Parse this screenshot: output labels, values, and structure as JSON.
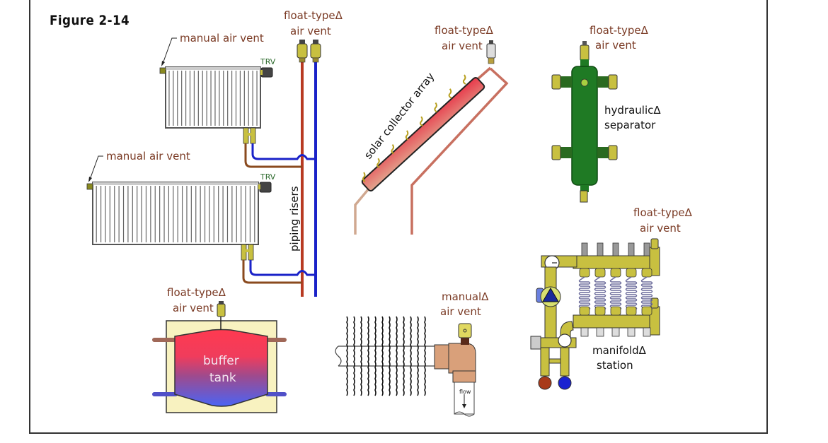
{
  "figure": {
    "title": "Figure 2-14"
  },
  "labels": {
    "radiator_top_vent": "manual air vent",
    "radiator_bottom_vent": "manual air vent",
    "trv_top": "TRV",
    "trv_bottom": "TRV",
    "riser_vent_line1": "float-typeΔ",
    "riser_vent_line2": "air vent",
    "piping_risers": "piping risers",
    "solar_vent_line1": "float-typeΔ",
    "solar_vent_line2": "air vent",
    "solar_array": "solar collector array",
    "separator_vent_line1": "float-typeΔ",
    "separator_vent_line2": "air vent",
    "separator_line1": "hydraulicΔ",
    "separator_line2": "separator",
    "manifold_vent_line1": "float-typeΔ",
    "manifold_vent_line2": "air vent",
    "manifold_line1": "manifoldΔ",
    "manifold_line2": "station",
    "tank_vent_line1": "float-typeΔ",
    "tank_vent_line2": "air vent",
    "tank_line1": "buffer",
    "tank_line2": "tank",
    "pipe_vent_line1": "manualΔ",
    "pipe_vent_line2": "air vent",
    "flow": "flow"
  },
  "colors": {
    "supply_pipe": "#b83a22",
    "return_pipe": "#1a22c8",
    "branch_supply": "#8a4a1e",
    "label_text": "#7a3a24",
    "separator_green": "#1f7a24",
    "brass": "#c8c040",
    "tank_hot": "#ff3c50",
    "tank_cold": "#4a64f0",
    "insulation": "#f8f2c0",
    "copper": "#d9a07a"
  },
  "components": {
    "upper_radiator_fins": 22,
    "lower_radiator_fins": 36,
    "manifold_loops": 5,
    "fin_tube_fins": 12,
    "solar_heat_arrows": 8
  }
}
